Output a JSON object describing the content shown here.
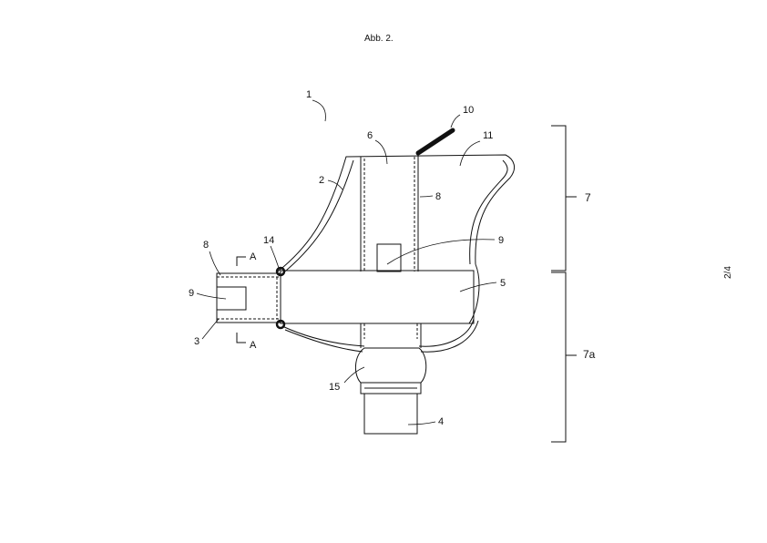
{
  "sheet": {
    "title": "Abb. 2.",
    "page_number": "2/4"
  },
  "labels": {
    "ref_1": "1",
    "ref_2": "2",
    "ref_3": "3",
    "ref_4": "4",
    "ref_5": "5",
    "ref_6": "6",
    "ref_7": "7",
    "ref_7a": "7a",
    "ref_8_left": "8",
    "ref_8_center": "8",
    "ref_9_left": "9",
    "ref_9_center": "9",
    "ref_10": "10",
    "ref_11": "11",
    "ref_14": "14",
    "ref_15": "15",
    "section_top": "A",
    "section_bottom": "A"
  }
}
